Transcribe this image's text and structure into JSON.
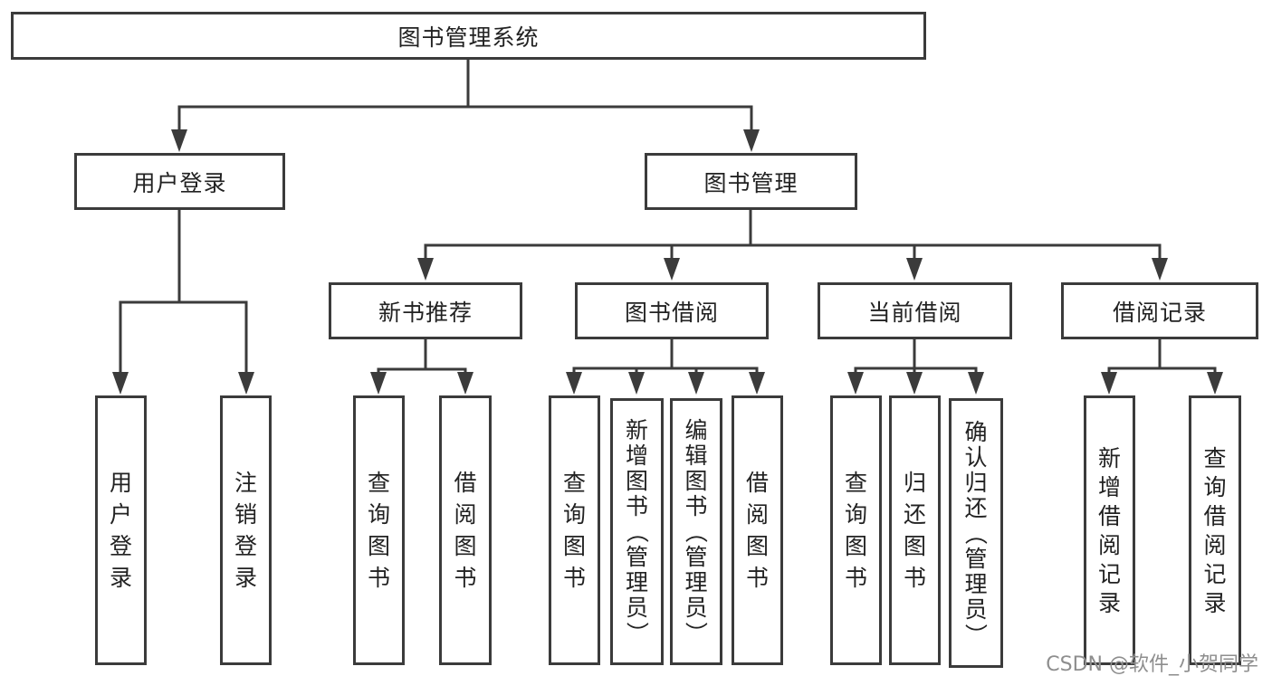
{
  "diagram": {
    "type": "tree",
    "root": {
      "label": "图书管理系统"
    },
    "branches": [
      {
        "label": "用户登录",
        "children": [
          {
            "label": "用户登录"
          },
          {
            "label": "注销登录"
          }
        ]
      },
      {
        "label": "图书管理",
        "children": [
          {
            "label": "新书推荐",
            "children": [
              {
                "label": "查询图书"
              },
              {
                "label": "借阅图书"
              }
            ]
          },
          {
            "label": "图书借阅",
            "children": [
              {
                "label": "查询图书"
              },
              {
                "label": "新增图书（管理员）"
              },
              {
                "label": "编辑图书（管理员）"
              },
              {
                "label": "借阅图书"
              }
            ]
          },
          {
            "label": "当前借阅",
            "children": [
              {
                "label": "查询图书"
              },
              {
                "label": "归还图书"
              },
              {
                "label": "确认归还（管理员）"
              }
            ]
          },
          {
            "label": "借阅记录",
            "children": [
              {
                "label": "新增借阅记录"
              },
              {
                "label": "查询借阅记录"
              }
            ]
          }
        ]
      }
    ],
    "watermark": "CSDN @软件_小贺同学",
    "colors": {
      "line": "#3b3b3b",
      "box_border": "#3b3b3b",
      "text": "#222222",
      "background": "#ffffff",
      "watermark": "#8e8e8e"
    }
  }
}
